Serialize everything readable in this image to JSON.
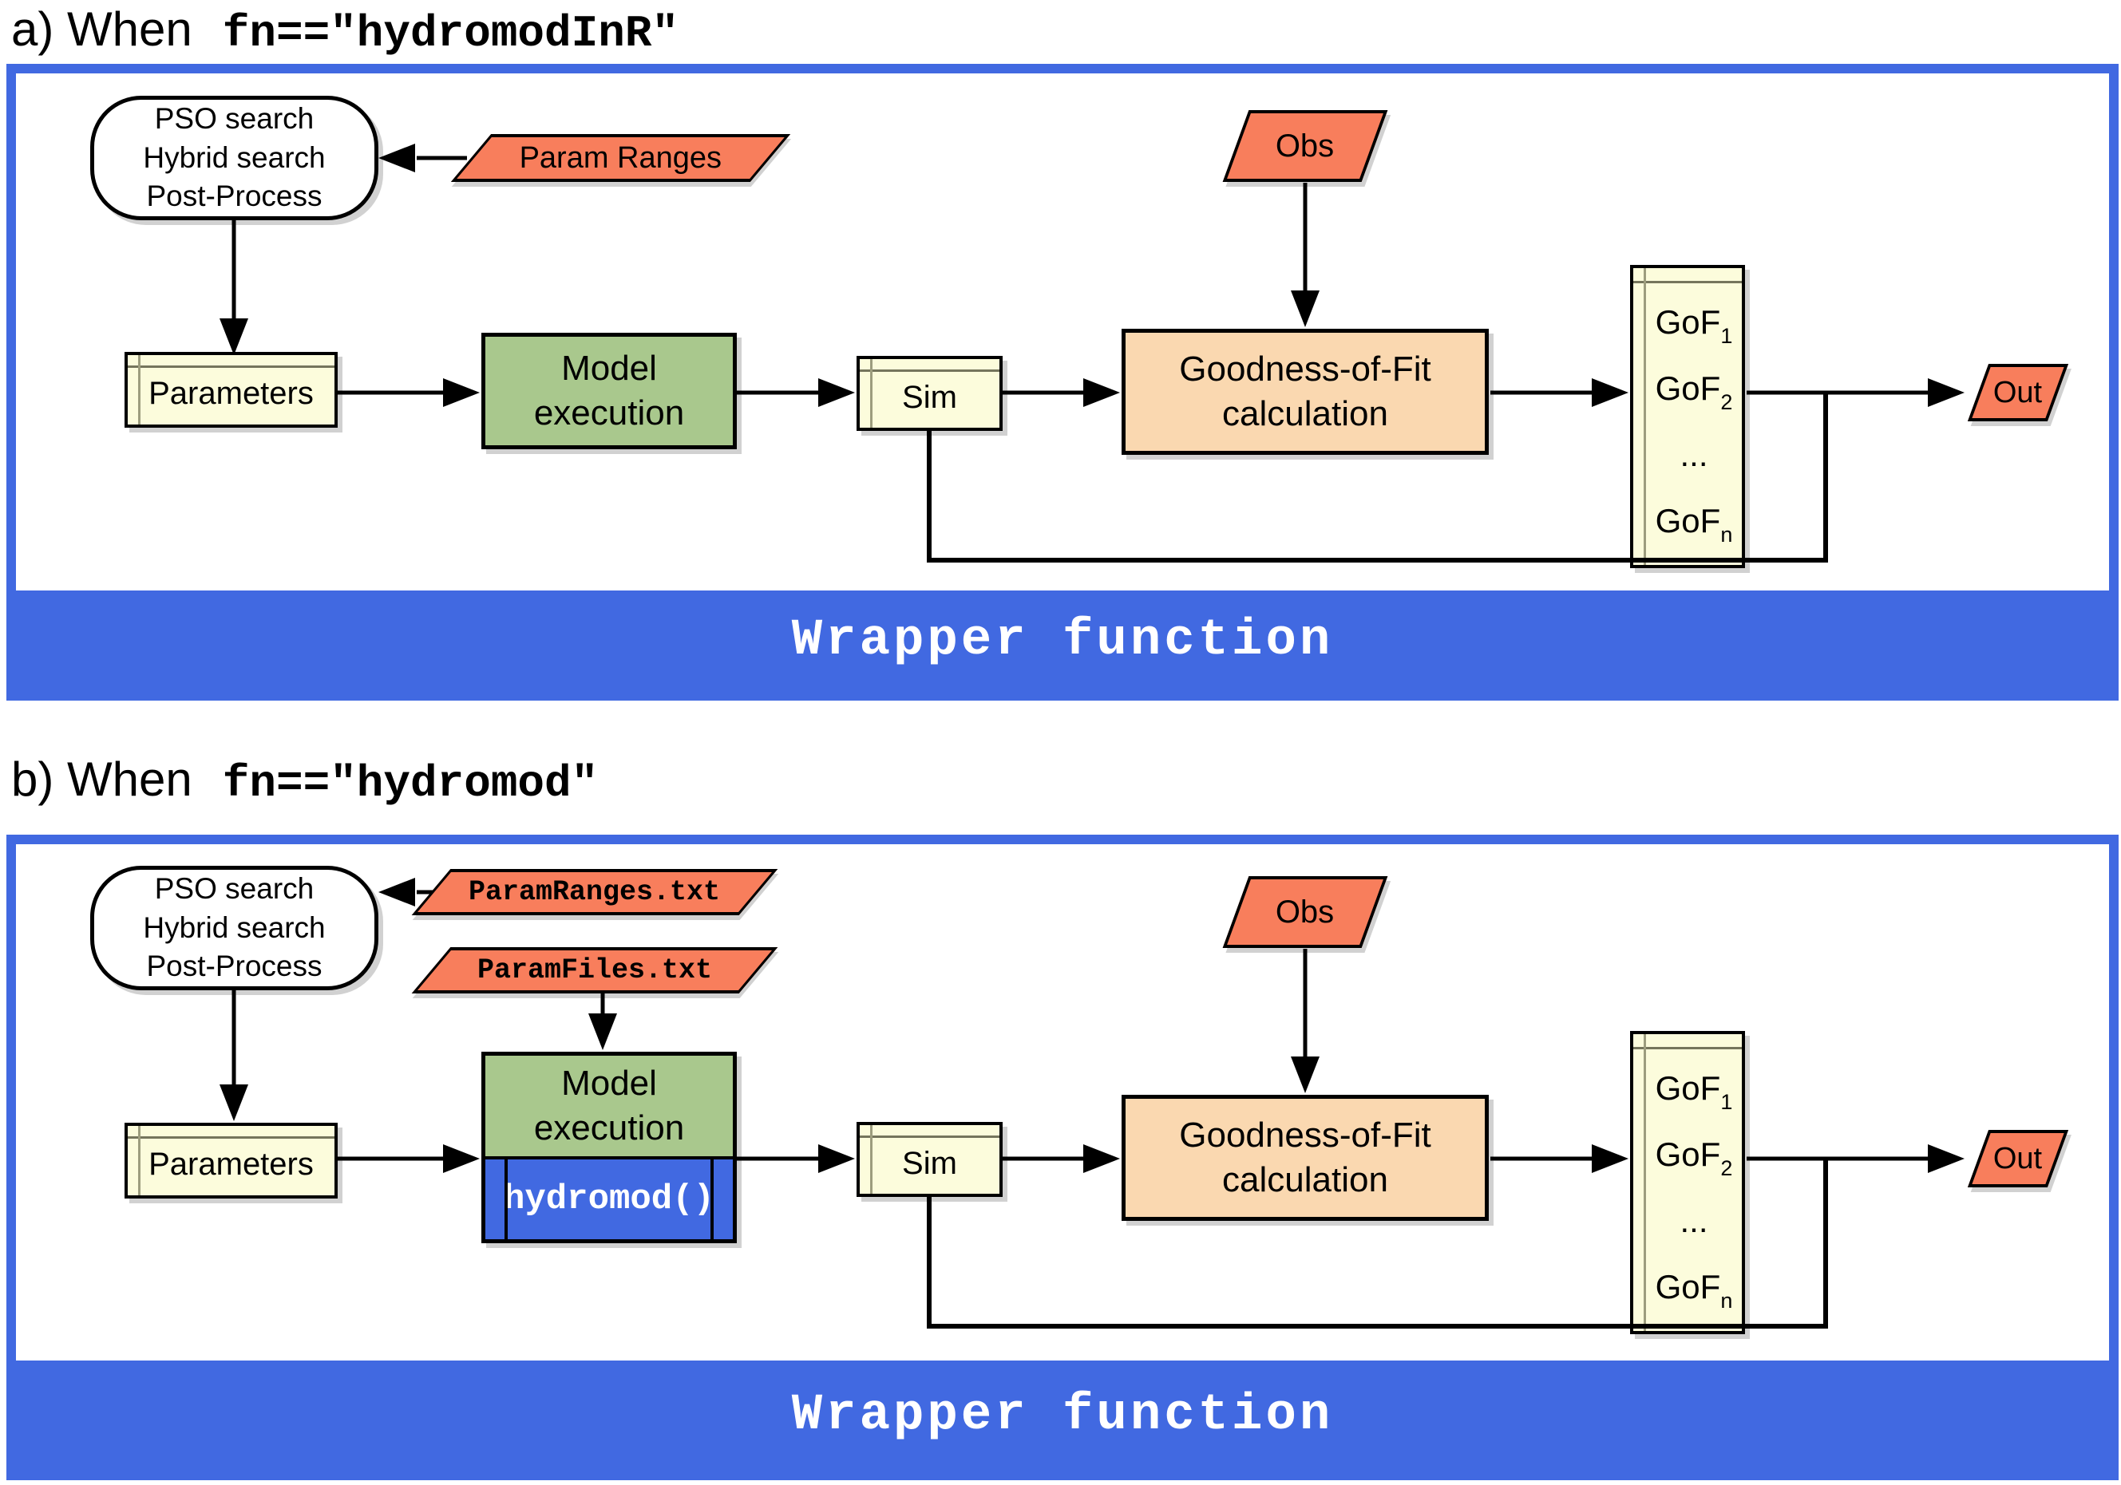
{
  "colors": {
    "frame_blue": "#4169E1",
    "salmon_orange": "#F87E5C",
    "sage_green": "#A9C88D",
    "cream_yellow": "#FCFCDC",
    "peach": "#FAD8B0",
    "line_black": "#000000"
  },
  "panel_a": {
    "title_prefix": "a) When",
    "title_code": "fn==\"hydromodInR\"",
    "pso": {
      "lines": [
        "PSO search",
        "Hybrid search",
        "Post-Process"
      ]
    },
    "param_ranges_label": "Param Ranges",
    "parameters_label": "Parameters",
    "model": {
      "line1": "Model",
      "line2": "execution"
    },
    "sim_label": "Sim",
    "obs_label": "Obs",
    "gof_calc": {
      "line1": "Goodness-of-Fit",
      "line2": "calculation"
    },
    "gof_list": {
      "items": [
        {
          "base": "GoF",
          "sub": "1"
        },
        {
          "base": "GoF",
          "sub": "2"
        },
        {
          "base": "...",
          "sub": ""
        },
        {
          "base": "GoF",
          "sub": "n"
        }
      ]
    },
    "out_label": "Out",
    "banner": "Wrapper function"
  },
  "panel_b": {
    "title_prefix": "b) When",
    "title_code": "fn==\"hydromod\"",
    "pso": {
      "lines": [
        "PSO search",
        "Hybrid search",
        "Post-Process"
      ]
    },
    "param_ranges_file": "ParamRanges.txt",
    "param_files_file": "ParamFiles.txt",
    "parameters_label": "Parameters",
    "model": {
      "line1": "Model",
      "line2": "execution",
      "code": "hydromod()"
    },
    "sim_label": "Sim",
    "obs_label": "Obs",
    "gof_calc": {
      "line1": "Goodness-of-Fit",
      "line2": "calculation"
    },
    "gof_list": {
      "items": [
        {
          "base": "GoF",
          "sub": "1"
        },
        {
          "base": "GoF",
          "sub": "2"
        },
        {
          "base": "...",
          "sub": ""
        },
        {
          "base": "GoF",
          "sub": "n"
        }
      ]
    },
    "out_label": "Out",
    "banner": "Wrapper function"
  }
}
